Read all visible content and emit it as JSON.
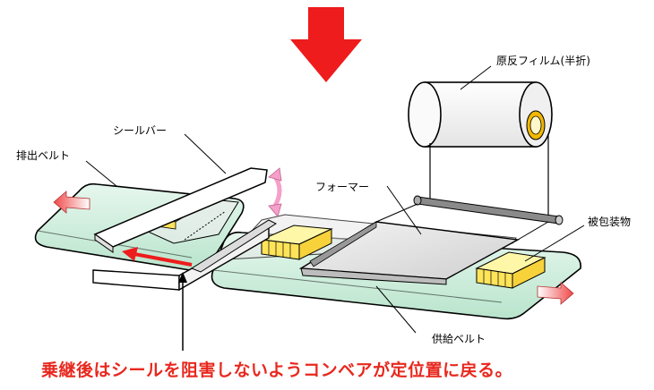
{
  "labels": {
    "film": "原反フィルム(半折)",
    "sealbar": "シールバー",
    "discharge_belt": "排出ベルト",
    "former": "フォーマー",
    "product": "被包装物",
    "supply_belt": "供給ベルト"
  },
  "caption": "乗継後はシールを阻害しないようコンベアが定位置に戻る。",
  "colors": {
    "belt": "#cdeedd",
    "arrow_red": "#ee1c1c",
    "product_yellow": "#ffee66",
    "roll_core": "#f2b800",
    "caption": "#e8281e"
  }
}
